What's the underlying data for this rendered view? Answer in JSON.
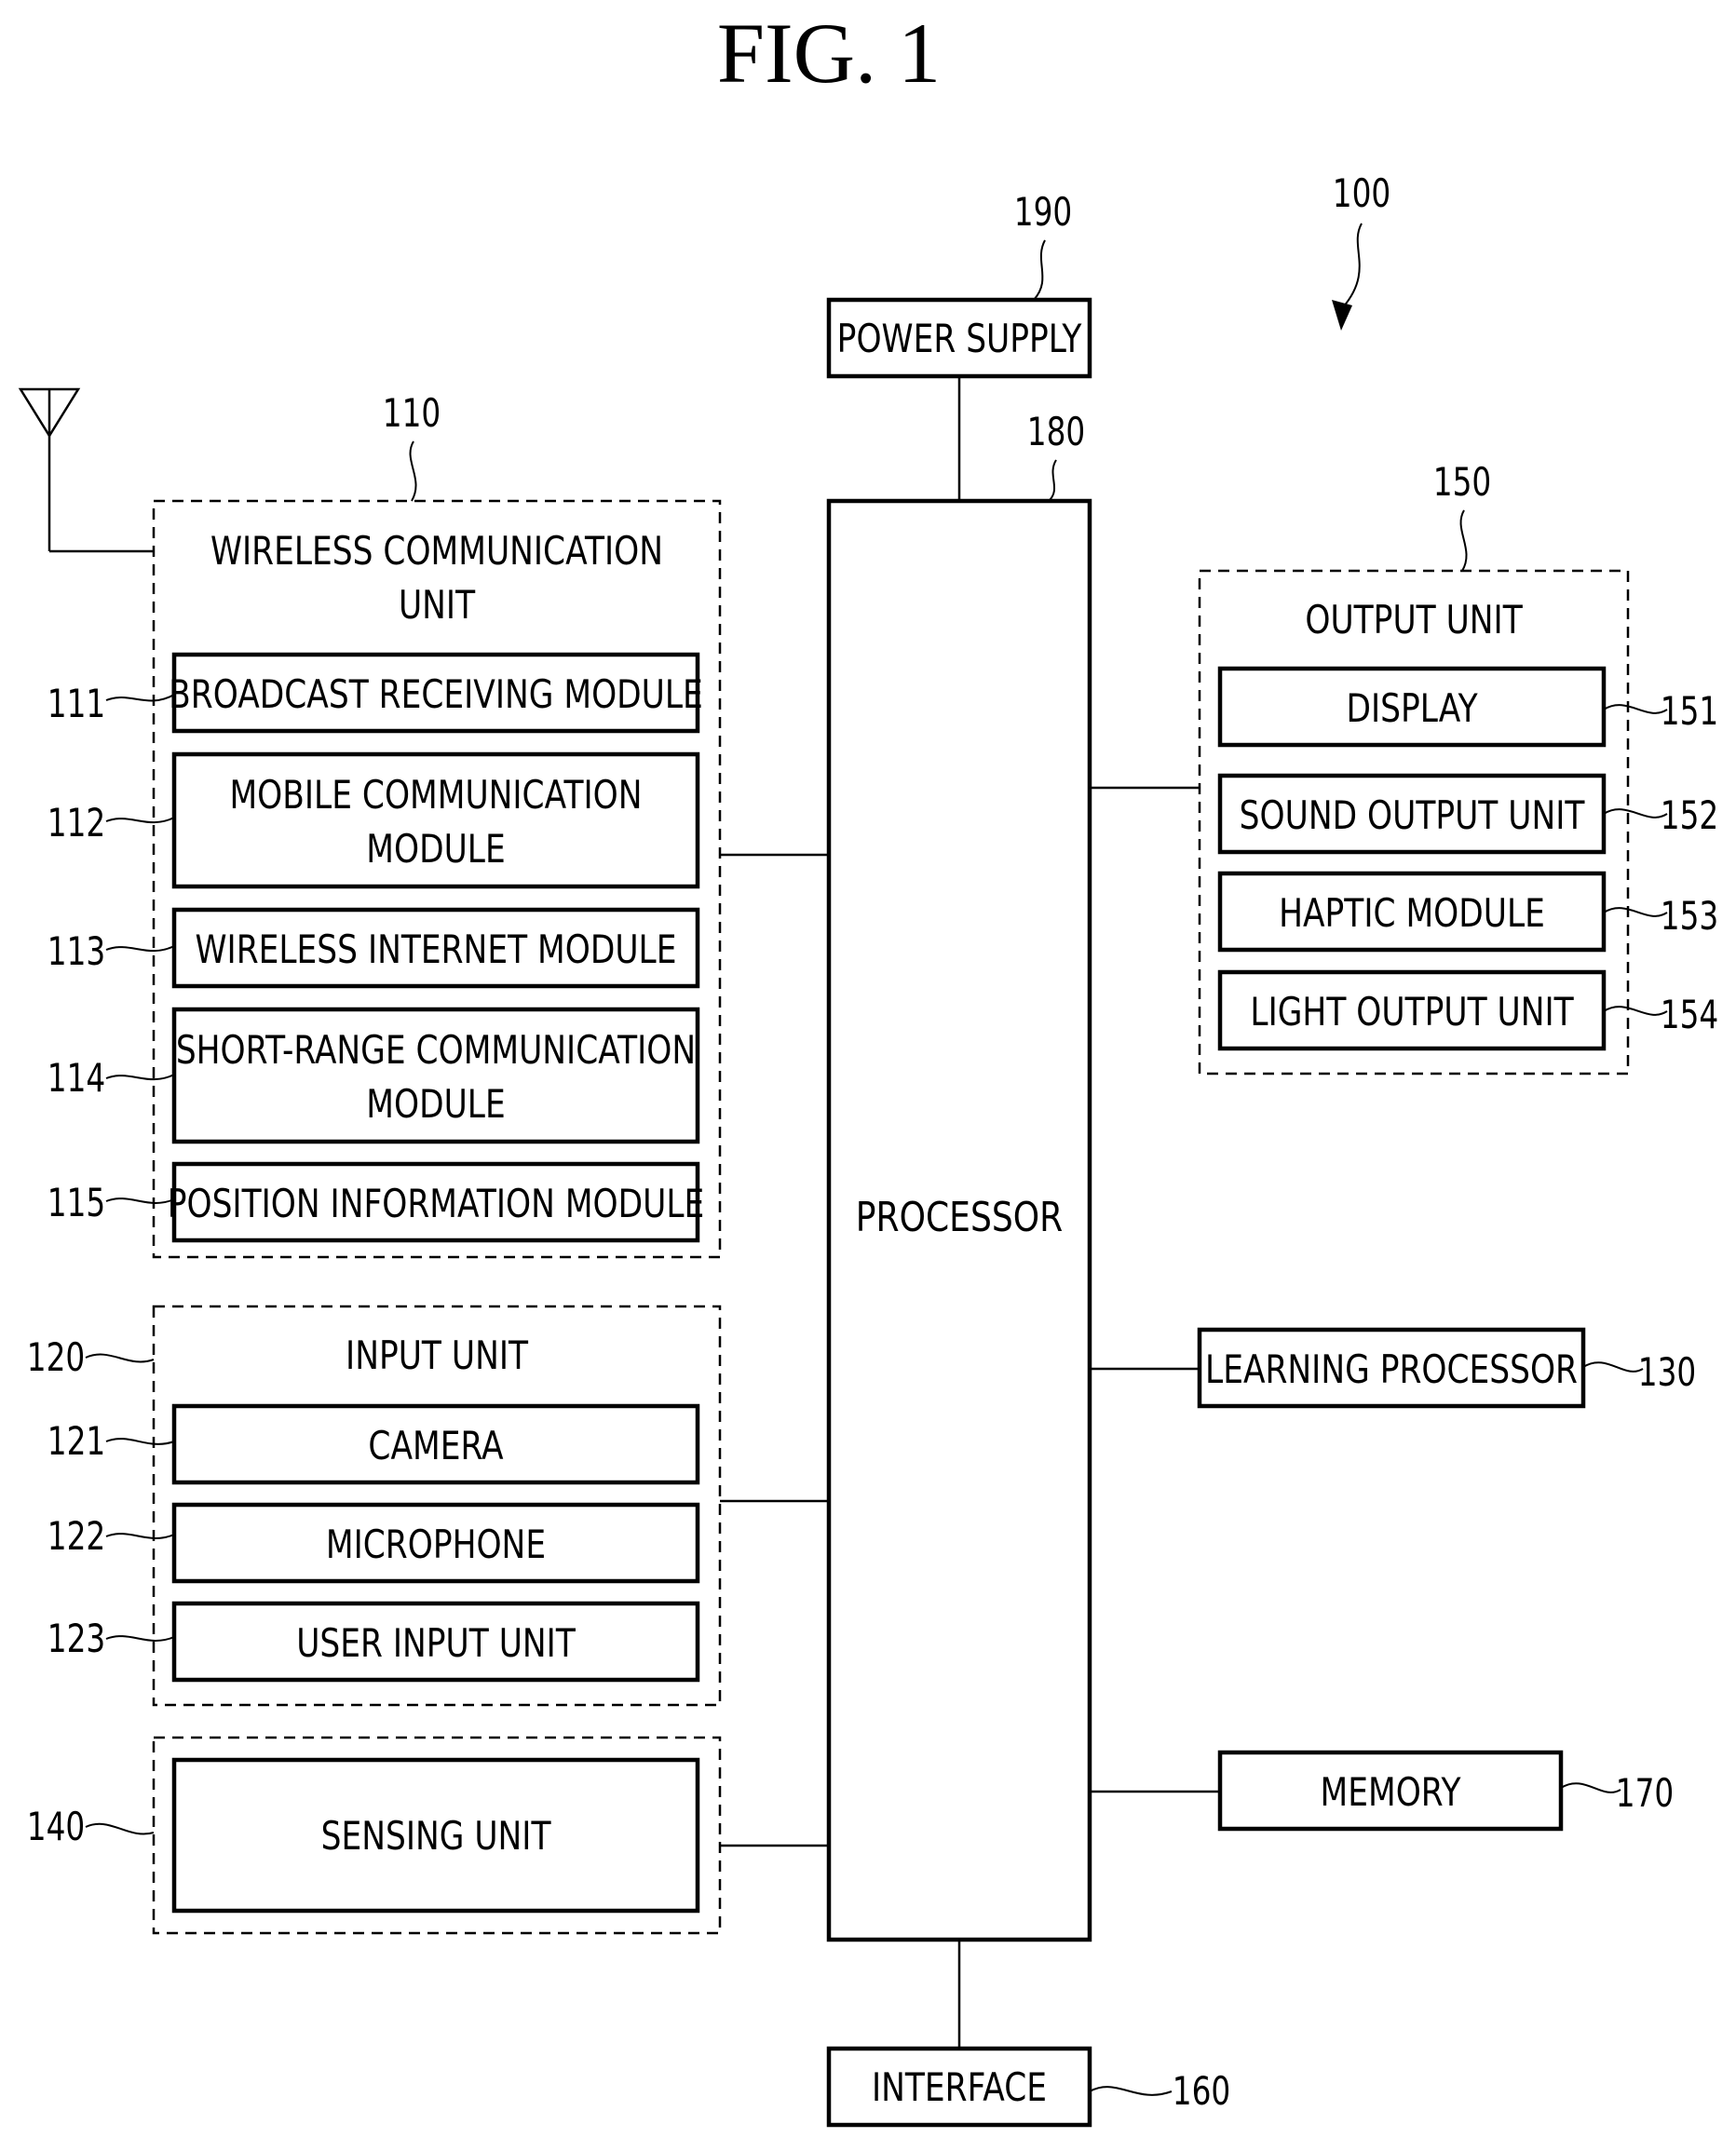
{
  "figure": {
    "title": "FIG. 1",
    "device_ref": "100"
  },
  "power_supply": {
    "label": "POWER SUPPLY",
    "ref": "190"
  },
  "processor": {
    "label": "PROCESSOR",
    "ref": "180"
  },
  "interface": {
    "label": "INTERFACE",
    "ref": "160"
  },
  "wireless": {
    "ref": "110",
    "title_line1": "WIRELESS COMMUNICATION",
    "title_line2": "UNIT",
    "modules": [
      {
        "ref": "111",
        "line1": "BROADCAST RECEIVING MODULE",
        "line2": ""
      },
      {
        "ref": "112",
        "line1": "MOBILE COMMUNICATION",
        "line2": "MODULE"
      },
      {
        "ref": "113",
        "line1": "WIRELESS INTERNET MODULE",
        "line2": ""
      },
      {
        "ref": "114",
        "line1": "SHORT-RANGE COMMUNICATION",
        "line2": "MODULE"
      },
      {
        "ref": "115",
        "line1": "POSITION INFORMATION MODULE",
        "line2": ""
      }
    ]
  },
  "input": {
    "ref": "120",
    "title": "INPUT UNIT",
    "modules": [
      {
        "ref": "121",
        "label": "CAMERA"
      },
      {
        "ref": "122",
        "label": "MICROPHONE"
      },
      {
        "ref": "123",
        "label": "USER INPUT UNIT"
      }
    ]
  },
  "sensing": {
    "ref": "140",
    "label": "SENSING UNIT"
  },
  "output": {
    "ref": "150",
    "title": "OUTPUT UNIT",
    "modules": [
      {
        "ref": "151",
        "label": "DISPLAY"
      },
      {
        "ref": "152",
        "label": "SOUND OUTPUT UNIT"
      },
      {
        "ref": "153",
        "label": "HAPTIC MODULE"
      },
      {
        "ref": "154",
        "label": "LIGHT OUTPUT UNIT"
      }
    ]
  },
  "learning_processor": {
    "label": "LEARNING PROCESSOR",
    "ref": "130"
  },
  "memory": {
    "label": "MEMORY",
    "ref": "170"
  }
}
